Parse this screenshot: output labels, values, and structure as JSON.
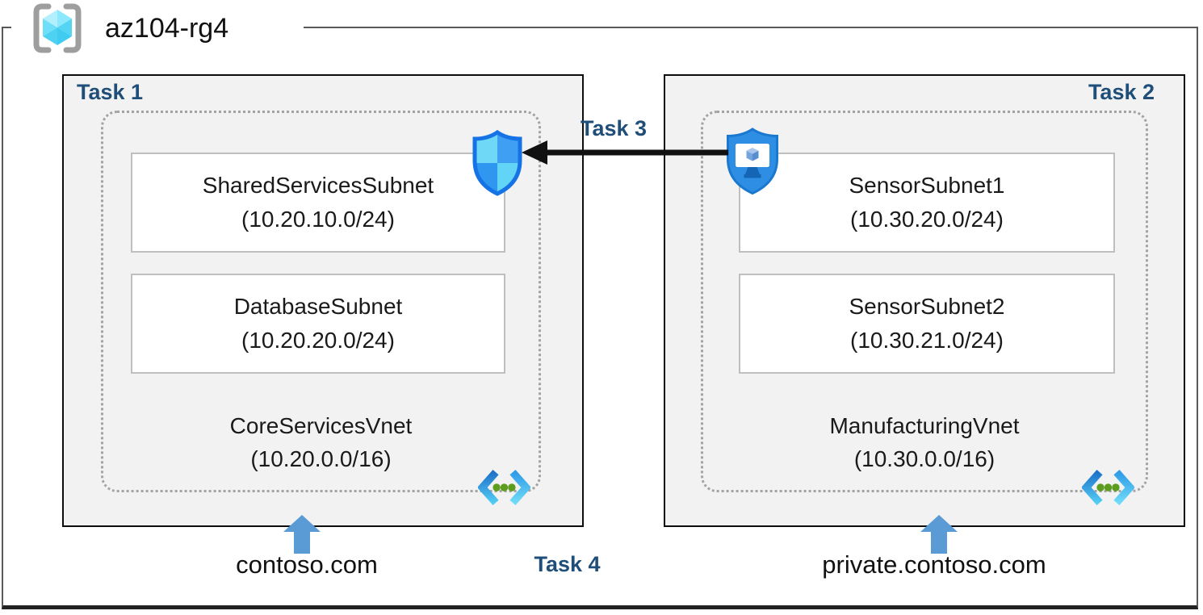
{
  "resource_group": {
    "name": "az104-rg4",
    "icon": "resource-group-icon"
  },
  "core_vnet_group": {
    "task_label": "Task 1",
    "vnet_name": "CoreServicesVnet",
    "vnet_cidr": "(10.20.0.0/16)",
    "subnets": [
      {
        "name": "SharedServicesSubnet",
        "cidr": "(10.20.10.0/24)"
      },
      {
        "name": "DatabaseSubnet",
        "cidr": "(10.20.20.0/24)"
      }
    ],
    "dns_zone": "contoso.com",
    "security_icon": "network-security-group-icon",
    "vnet_icon": "virtual-network-icon"
  },
  "manufacturing_vnet_group": {
    "task_label": "Task 2",
    "vnet_name": "ManufacturingVnet",
    "vnet_cidr": "(10.30.0.0/16)",
    "subnets": [
      {
        "name": "SensorSubnet1",
        "cidr": "(10.30.20.0/24)"
      },
      {
        "name": "SensorSubnet2",
        "cidr": "(10.30.21.0/24)"
      }
    ],
    "dns_zone": "private.contoso.com",
    "security_icon": "application-security-group-icon",
    "vnet_icon": "virtual-network-icon"
  },
  "connection": {
    "label": "Task 3",
    "direction": "right-to-left",
    "from_icon": "application-security-group-icon",
    "to_icon": "network-security-group-icon"
  },
  "dns_task_label": "Task 4",
  "colors": {
    "task_label_blue": "#1f4e79",
    "group_box_bg": "#f2f2f2",
    "group_box_border": "#0d0d0d",
    "subnet_border": "#bfbfbf",
    "dashed_border": "#a3a3a3",
    "frame_border": "#595959",
    "up_arrow_blue": "#5b9bd5",
    "connection_arrow": "#111111",
    "azure_shield_blue": "#1673e6",
    "shield_light_cyan": "#6fd8f7",
    "shield_medium_blue": "#3f9ff3",
    "vnet_dot_green": "#5d9c1e",
    "rg_cube_cyan": "#55d5f4",
    "rg_bracket_gray": "#9e9e9e"
  }
}
